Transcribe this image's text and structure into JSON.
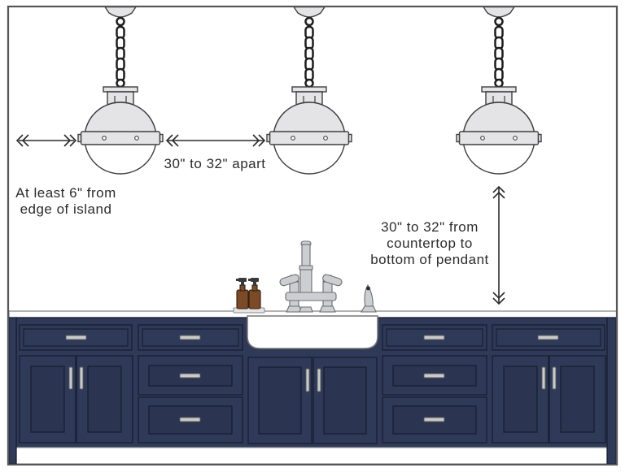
{
  "annotations": {
    "left_spacing": {
      "lines": [
        "At least 6\" from",
        "edge of island"
      ]
    },
    "pendant_spacing": {
      "text": "30\" to 32\" apart"
    },
    "height_spacing": {
      "lines": [
        "30\" to 32\" from",
        "countertop to",
        "bottom of pendant"
      ]
    }
  },
  "scene": {
    "pendant_count": 3,
    "subject": "kitchen island pendant lighting spacing guide"
  },
  "theme": {
    "cabinet_navy": "#2f3a58",
    "cabinet_panel": "#2b3450",
    "cabinet_line": "#161d30",
    "pendant_gray": "#e4e4e6",
    "outline_dark": "#3f3f3f",
    "chain_dark": "#1d1d1d",
    "handle_silver": "#c9c9c9",
    "text_color": "#2c2c2c",
    "bottle_amber": "#7b4a27",
    "faucet_gray": "#ccced2",
    "faucet_line": "#6b6d72",
    "counter_line": "#8c8c8c",
    "border_gray": "#55565a"
  }
}
